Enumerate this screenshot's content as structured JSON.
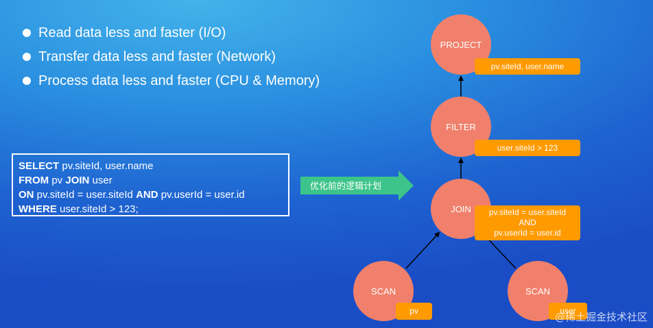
{
  "bullets": [
    "Read data less and faster (I/O)",
    "Transfer data less and faster (Network)",
    "Process data less and faster (CPU & Memory)"
  ],
  "sql": {
    "line1": {
      "kw1": "SELECT",
      "rest1": " pv.siteId, user.name"
    },
    "line2": {
      "kw1": "FROM",
      "rest1": " pv ",
      "kw2": "JOIN",
      "rest2": " user"
    },
    "line3": {
      "kw1": "ON",
      "rest1": " pv.siteId = user.siteId ",
      "kw2": "AND",
      "rest2": " pv.userId = user.id"
    },
    "line4": {
      "kw1": "WHERE",
      "rest1": " user.siteId > 123;"
    }
  },
  "arrow_label": "优化前的逻辑计划",
  "plan": {
    "project": {
      "label": "PROJECT",
      "tag": "pv.siteId, user.name"
    },
    "filter": {
      "label": "FILTER",
      "tag": "user.siteId > 123"
    },
    "join": {
      "label": "JOIN",
      "tag_lines": [
        "pv.siteId = user.siteId",
        "AND",
        "pv.userId = user.id"
      ]
    },
    "scan_left": {
      "label": "SCAN",
      "tag": "pv"
    },
    "scan_right": {
      "label": "SCAN",
      "tag": "user"
    }
  },
  "watermark": "@稀土掘金技术社区",
  "colors": {
    "node": "#f0806b",
    "tag": "#ff9a00",
    "arrow": "#3cc48a",
    "edge": "#000000"
  }
}
